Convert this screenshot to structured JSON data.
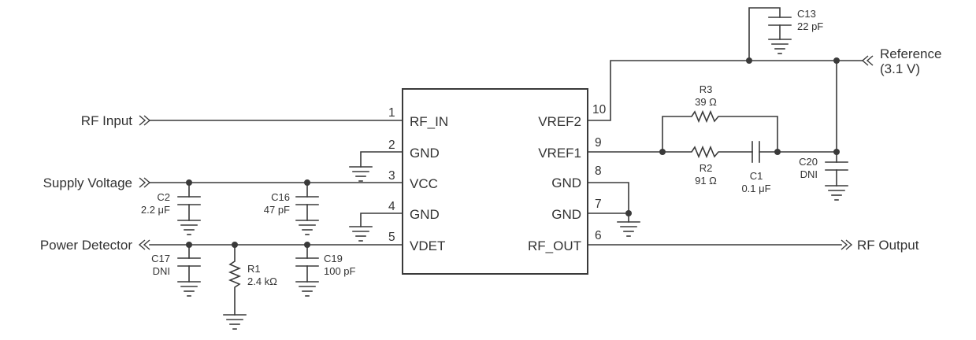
{
  "ic": {
    "pins": [
      {
        "num": "1",
        "name": "RF_IN"
      },
      {
        "num": "2",
        "name": "GND"
      },
      {
        "num": "3",
        "name": "VCC"
      },
      {
        "num": "4",
        "name": "GND"
      },
      {
        "num": "5",
        "name": "VDET"
      },
      {
        "num": "10",
        "name": "VREF2"
      },
      {
        "num": "9",
        "name": "VREF1"
      },
      {
        "num": "8",
        "name": "GND"
      },
      {
        "num": "7",
        "name": "GND"
      },
      {
        "num": "6",
        "name": "RF_OUT"
      }
    ]
  },
  "signals": {
    "rf_input": "RF Input",
    "supply_voltage": "Supply Voltage",
    "power_detector": "Power Detector",
    "rf_output": "RF Output",
    "reference_line1": "Reference",
    "reference_line2": "(3.1 V)"
  },
  "components": {
    "c13": {
      "ref": "C13",
      "value": "22 pF"
    },
    "c2": {
      "ref": "C2",
      "value": "2.2 μF"
    },
    "c16": {
      "ref": "C16",
      "value": "47 pF"
    },
    "c17": {
      "ref": "C17",
      "value": "DNI"
    },
    "r1": {
      "ref": "R1",
      "value": "2.4 kΩ"
    },
    "c19": {
      "ref": "C19",
      "value": "100 pF"
    },
    "r3": {
      "ref": "R3",
      "value": "39 Ω"
    },
    "r2": {
      "ref": "R2",
      "value": "91 Ω"
    },
    "c1": {
      "ref": "C1",
      "value": "0.1 μF"
    },
    "c20": {
      "ref": "C20",
      "value": "DNI"
    }
  }
}
